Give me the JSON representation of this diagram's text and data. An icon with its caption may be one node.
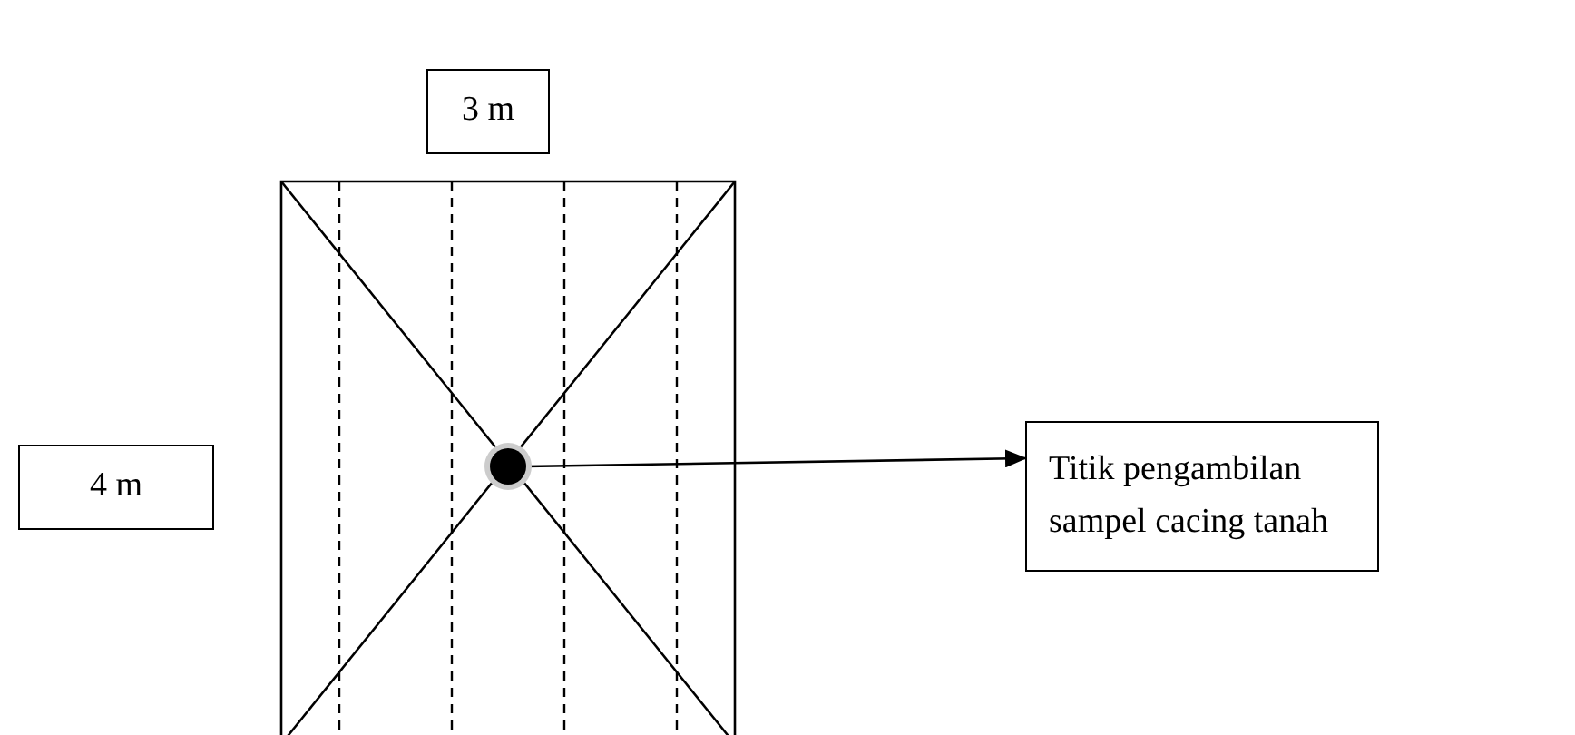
{
  "diagram": {
    "nodes": [
      {
        "text": [
          "3 m"
        ]
      },
      {
        "text": [
          "4 m"
        ]
      },
      {
        "text": [],
        "shape": "box"
      },
      {
        "text": [],
        "shape": "circle",
        "in": 2
      },
      {
        "text": [
          "Titik pengambilan sampel cacing tanah"
        ]
      }
    ],
    "edges": [
      {
        "from": 3,
        "to": 4,
        "arrow": "to"
      }
    ]
  }
}
